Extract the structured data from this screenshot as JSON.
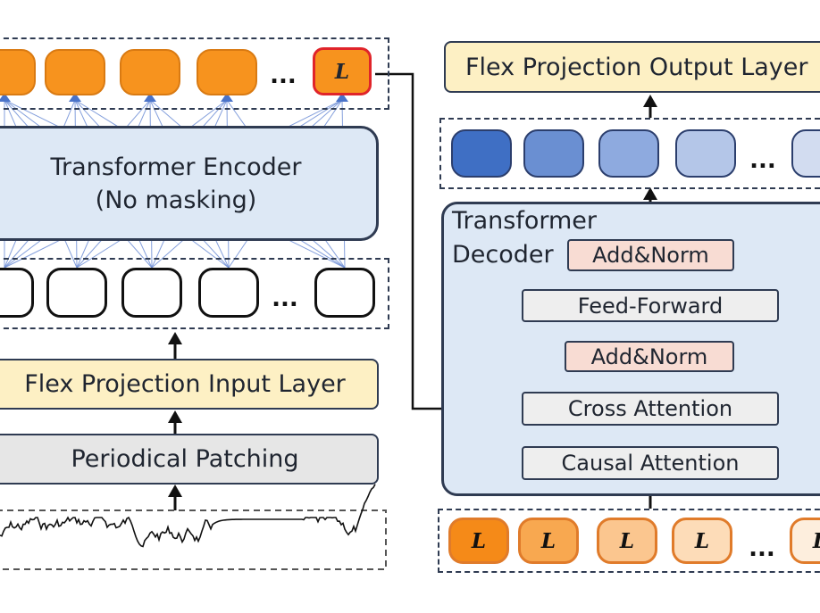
{
  "encoder": {
    "title": "Transformer Encoder",
    "subtitle": "(No masking)",
    "output_highlight_token": "L",
    "ellipsis": "...",
    "input_layer": "Flex Projection Input Layer",
    "patching": "Periodical Patching"
  },
  "decoder": {
    "label_line1": "Transformer",
    "label_line2": "Decoder",
    "output_layer": "Flex Projection Output Layer",
    "add_norm_top": "Add&Norm",
    "feed_forward": "Feed-Forward",
    "add_norm_mid": "Add&Norm",
    "cross_attention": "Cross Attention",
    "causal_attention": "Causal Attention",
    "ellipsis_blue": "...",
    "ellipsis_tokens": "...",
    "tokens": [
      "L",
      "L",
      "L",
      "L",
      "L"
    ],
    "token_fill_colors": [
      "#f58a18",
      "#f8a850",
      "#fbc68f",
      "#fddcb8",
      "#fdeedd"
    ],
    "blue_token_colors": [
      "#3f6fc4",
      "#6a8fd2",
      "#8eaadf",
      "#b4c6e8",
      "#d2dcf0"
    ]
  }
}
